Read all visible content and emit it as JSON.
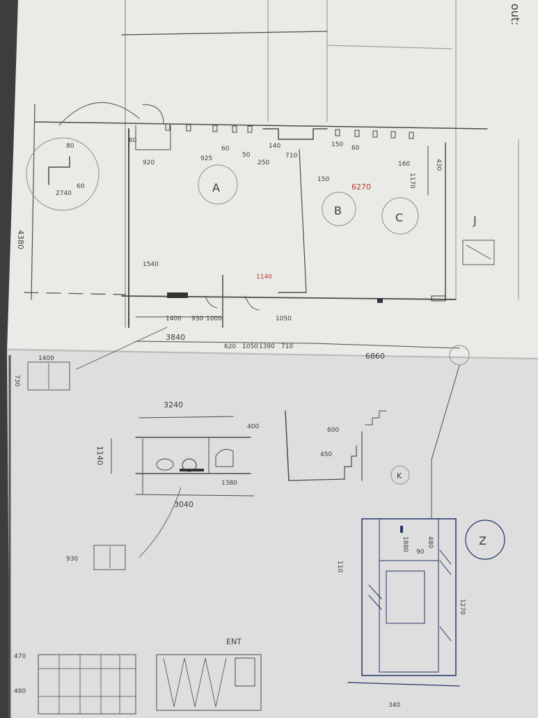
{
  "sketch": {
    "top_corner_text": "out:",
    "top_dimensions": [
      "920",
      "925",
      "60",
      "50",
      "250",
      "140",
      "710",
      "150",
      "60",
      "160",
      "1170",
      "430",
      "150",
      "60"
    ],
    "red_notes": [
      "6270",
      "1140"
    ],
    "room_labels": [
      "A",
      "B",
      "C",
      "J"
    ],
    "circle_labels": [
      "Z",
      "K"
    ],
    "lower_dimensions": [
      "3840",
      "1400",
      "930",
      "1000",
      "620",
      "1050",
      "1390",
      "1050",
      "710",
      "6860",
      "4380",
      "2740",
      "80",
      "60",
      "1540"
    ],
    "elevation_dimensions": [
      "3240",
      "3040",
      "1140",
      "400",
      "1380",
      "600",
      "450",
      "1400",
      "730",
      "930"
    ],
    "lower_right_dimensions": [
      "1880",
      "480",
      "90",
      "110",
      "1270",
      "340"
    ],
    "bottom_labels": [
      "ENT",
      "470",
      "480"
    ]
  }
}
